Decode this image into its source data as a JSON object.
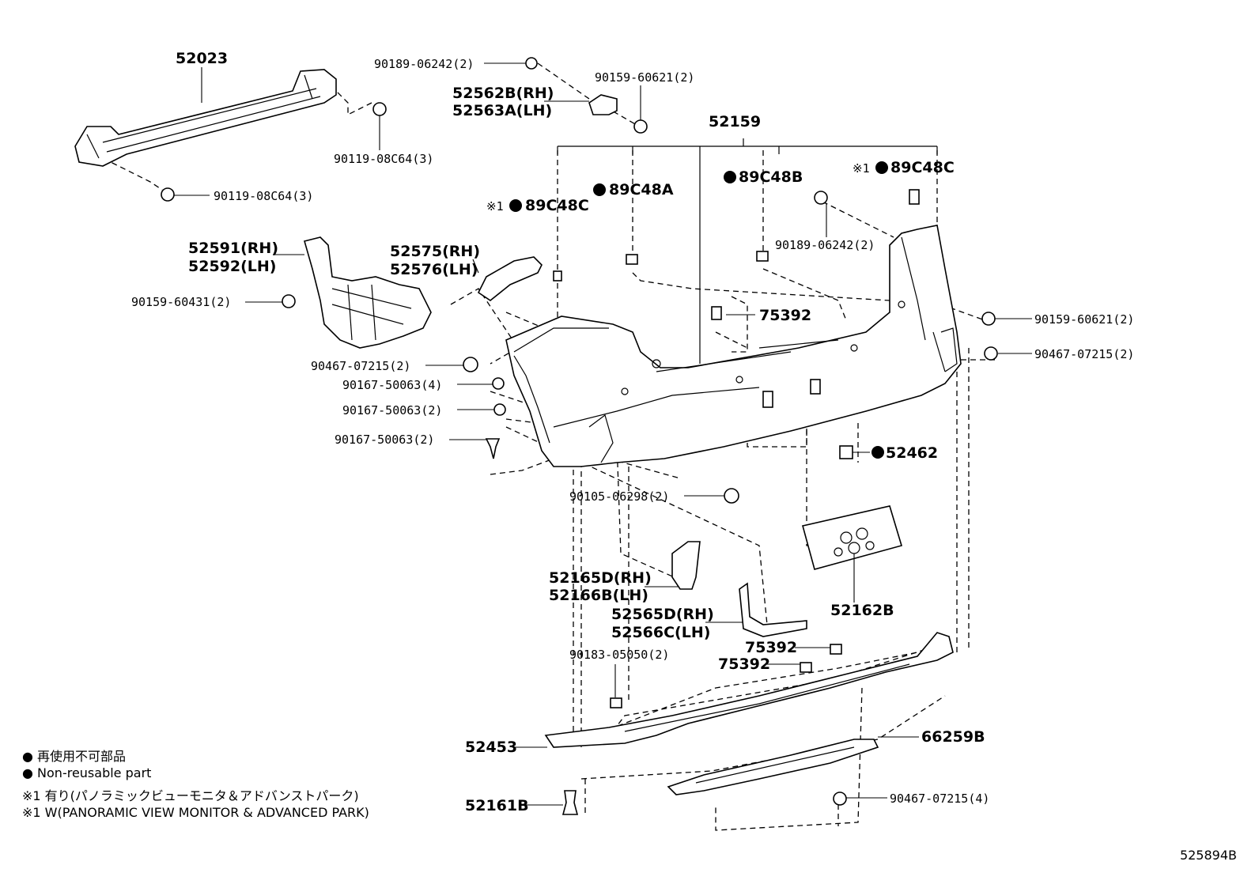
{
  "labels": {
    "p52023": "52023",
    "p90189_06242_top": "90189-06242(2)",
    "p90159_60621_top": "90159-60621(2)",
    "p52562B": "52562B(RH)",
    "p52563A": "52563A(LH)",
    "p90119_08C64_a": "90119-08C64(3)",
    "p90119_08C64_b": "90119-08C64(3)",
    "p52159": "52159",
    "p89C48A": "89C48A",
    "p89C48B": "89C48B",
    "p89C48C_left_mark": "※1",
    "p89C48C_left": "89C48C",
    "p89C48C_right_mark": "※1",
    "p89C48C_right": "89C48C",
    "p52591": "52591(RH)",
    "p52592": "52592(LH)",
    "p52575": "52575(RH)",
    "p52576": "52576(LH)",
    "p90189_06242_right": "90189-06242(2)",
    "p90159_60431": "90159-60431(2)",
    "p75392_top": "75392",
    "p90159_60621_right": "90159-60621(2)",
    "p90467_07215_right": "90467-07215(2)",
    "p90467_07215_left": "90467-07215(2)",
    "p90167_50063_4": "90167-50063(4)",
    "p90167_50063_2a": "90167-50063(2)",
    "p90167_50063_2b": "90167-50063(2)",
    "p52462": "52462",
    "p90105_06298": "90105-06298(2)",
    "p52165D": "52165D(RH)",
    "p52166B": "52166B(LH)",
    "p52162B": "52162B",
    "p52565D": "52565D(RH)",
    "p52566C": "52566C(LH)",
    "p90183_05050": "90183-05050(2)",
    "p75392_mid": "75392",
    "p75392_low": "75392",
    "p52453": "52453",
    "p66259B": "66259B",
    "p52161B": "52161B",
    "p90467_07215_bottom": "90467-07215(4)"
  },
  "legend": {
    "line1": "● 再使用不可部品",
    "line2": "● Non-reusable part",
    "line3": "※1 有り(パノラミックビューモニタ＆アドバンストパーク)",
    "line4": "※1 W(PANORAMIC VIEW MONITOR & ADVANCED PARK)"
  },
  "figure_code": "525894B"
}
